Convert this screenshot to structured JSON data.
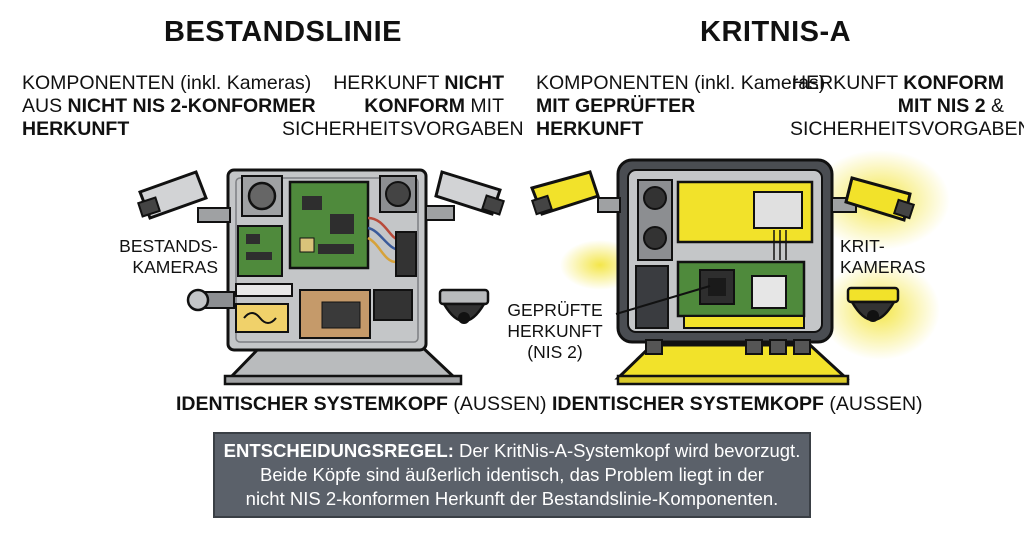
{
  "left": {
    "title": "BESTANDSLINIE",
    "components_pre": "KOMPONENTEN (inkl. Kameras)",
    "components_line2_pre": "AUS ",
    "components_line2_bold": "NICHT NIS 2-KONFORMER",
    "components_line3_bold": "HERKUNFT",
    "origin_line1_pre": "HERKUNFT ",
    "origin_line1_bold": "NICHT",
    "origin_line2_bold": "KONFORM",
    "origin_line2_post": " MIT",
    "origin_line3": "SICHERHEITSVORGABEN",
    "camera_label_line1": "BESTANDS-",
    "camera_label_line2": "KAMERAS",
    "caption_bold": "IDENTISCHER SYSTEMKOPF",
    "caption_post": " (AUSSEN)"
  },
  "right": {
    "title": "KRITNIS-A",
    "components_pre": "KOMPONENTEN (inkl. Kameras)",
    "components_line2_bold": "MIT GEPRÜFTER",
    "components_line3_bold": "HERKUNFT",
    "origin_line1_pre": "HERKUNFT ",
    "origin_line1_bold": "KONFORM",
    "origin_line2_bold": "MIT NIS 2",
    "origin_line2_post": " &",
    "origin_line3": "SICHERHEITSVORGABEN",
    "camera_label_line1": "KRIT-",
    "camera_label_line2": "KAMERAS",
    "verified_line1": "GEPRÜFTE",
    "verified_line2": "HERKUNFT",
    "verified_line3": "(NIS 2)",
    "caption_bold": "IDENTISCHER SYSTEMKOPF",
    "caption_post": " (AUSSEN)"
  },
  "rule": {
    "label": "ENTSCHEIDUNGSREGEL:",
    "line1_post": " Der KritNis-A-Systemkopf wird bevorzugt.",
    "line2": "Beide Köpfe sind äußerlich identisch, das Problem liegt in der",
    "line3": "nicht NIS 2-konformen Herkunft der Bestandslinie-Komponenten."
  },
  "colors": {
    "highlight_yellow": "#f2e22a",
    "housing_gray": "#c4c6c8",
    "pcb_green": "#4f8a3c",
    "rule_box_bg": "#5b616a"
  }
}
